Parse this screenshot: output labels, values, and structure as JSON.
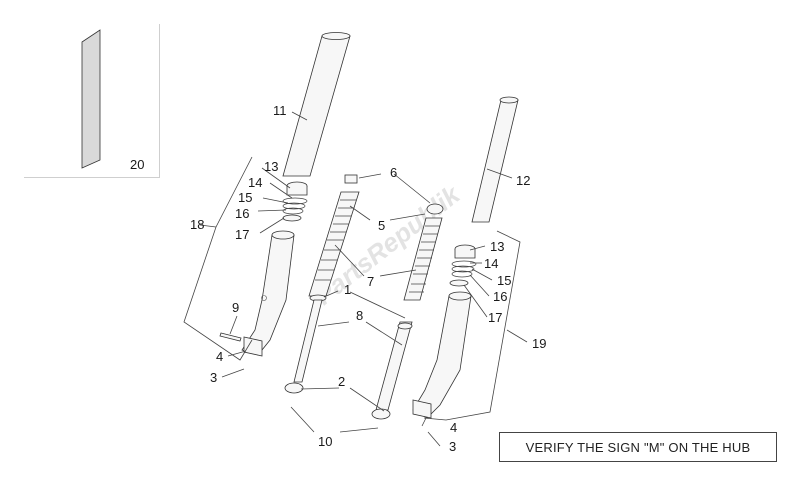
{
  "watermark": {
    "text": "PartsRepublik"
  },
  "note": {
    "text": "VERIFY THE SIGN \"M\" ON THE HUB"
  },
  "labels": {
    "l1": "1",
    "l2": "2",
    "l3a": "3",
    "l3b": "3",
    "l4a": "4",
    "l4b": "4",
    "l5": "5",
    "l6": "6",
    "l7": "7",
    "l8": "8",
    "l9": "9",
    "l10": "10",
    "l11": "11",
    "l12": "12",
    "l13a": "13",
    "l13b": "13",
    "l14a": "14",
    "l14b": "14",
    "l15a": "15",
    "l15b": "15",
    "l16a": "16",
    "l16b": "16",
    "l17a": "17",
    "l17b": "17",
    "l18": "18",
    "l19": "19",
    "l20": "20"
  },
  "colors": {
    "line": "#444444",
    "inset_part": "#d9d9d9",
    "box_border": "#cfcfcf"
  }
}
